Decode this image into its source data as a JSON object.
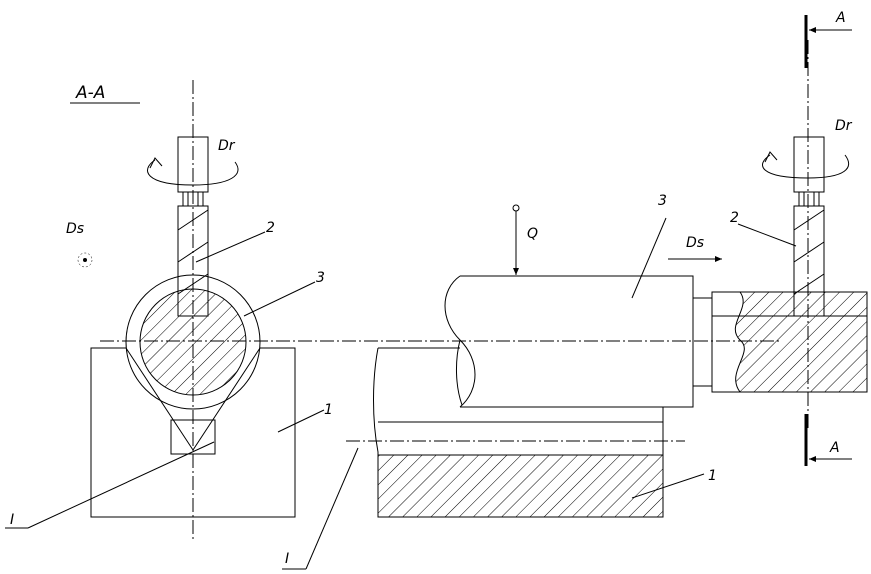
{
  "section_title": "A-A",
  "section_marks": [
    "A",
    "A"
  ],
  "labels": {
    "part_1_a": "1",
    "part_1_b": "1",
    "part_2_a": "2",
    "part_2_b": "2",
    "part_3_a": "3",
    "part_3_b": "3",
    "base_a": "I",
    "base_b": "I",
    "force": "Q",
    "rot_a": "Dr",
    "rot_b": "Dr",
    "feed_a": "Ds",
    "feed_b": "Ds"
  }
}
